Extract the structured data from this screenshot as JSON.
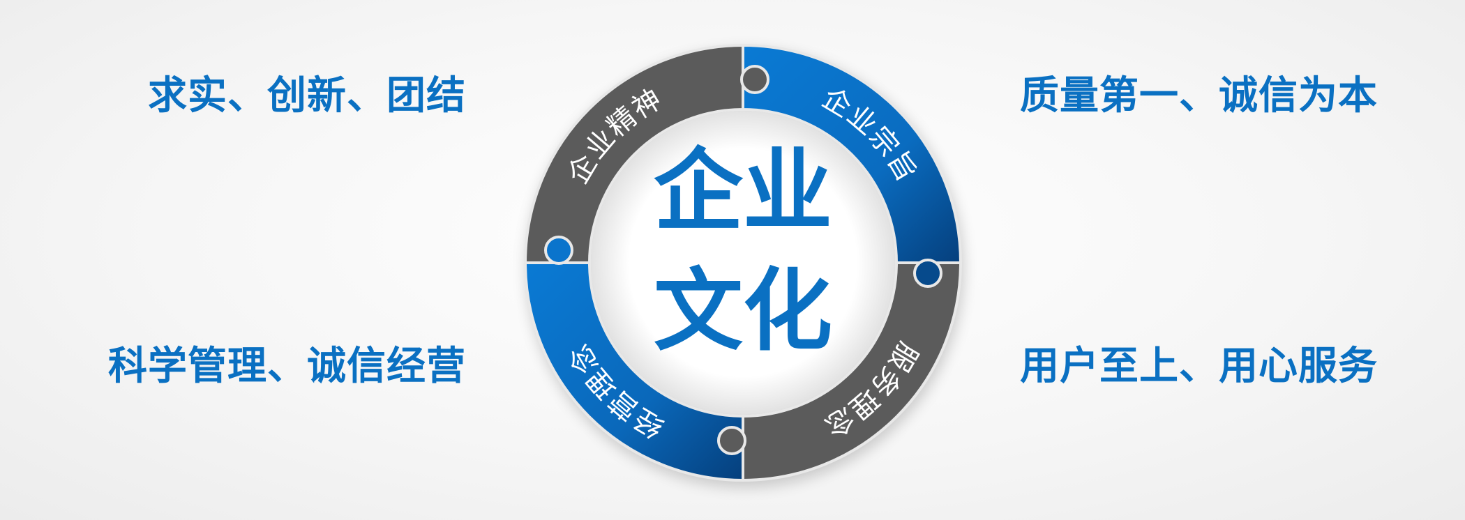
{
  "center_title": [
    "企业",
    "文化"
  ],
  "segments": [
    {
      "label": "企业精神",
      "style": "gray"
    },
    {
      "label": "企业宗旨",
      "style": "blue"
    },
    {
      "label": "服务理念",
      "style": "gray"
    },
    {
      "label": "经营理念",
      "style": "blue"
    }
  ],
  "side_texts": {
    "top_left": "求实、创新、团结",
    "top_right": "质量第一、诚信为本",
    "bottom_left": "科学管理、诚信经营",
    "bottom_right": "用户至上、用心服务"
  },
  "colors": {
    "blue": "#0a78d0",
    "blue_dark": "#064a8c",
    "gray": "#5b5b5b",
    "text_blue": "#0a70c2"
  }
}
